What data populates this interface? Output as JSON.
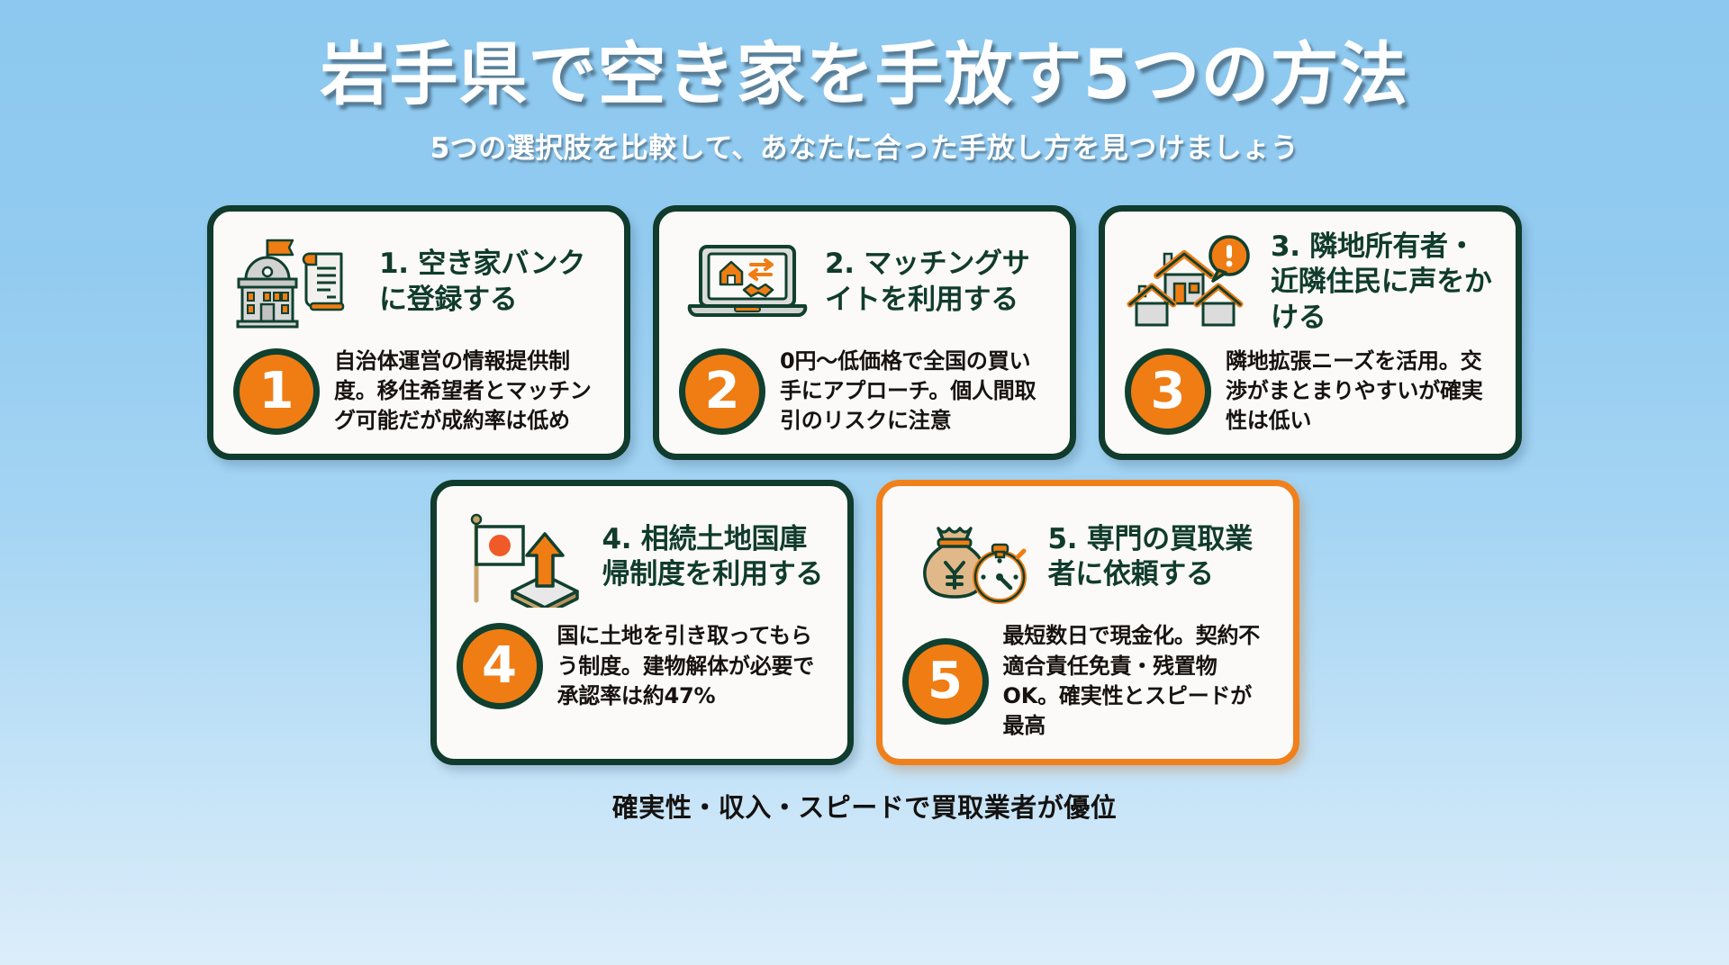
{
  "header": {
    "title": "岩手県で空き家を手放す5つの方法",
    "subtitle": "5つの選択肢を比較して、あなたに合った手放し方を見つけましょう"
  },
  "colors": {
    "dark_green": "#103b2d",
    "orange": "#ef7d14",
    "highlight_border": "#f0801c",
    "card_bg": "#fbfaf8",
    "body_text": "#17120f",
    "background_top": "#8cc8ef",
    "background_bottom": "#dcedfa"
  },
  "cards": [
    {
      "number": "1",
      "title": "1. 空き家バンクに登録する",
      "body": "自治体運営の情報提供制度。移住希望者とマッチング可能だが成約率は低め",
      "icon": "government-building-and-scroll-icon",
      "highlighted": false
    },
    {
      "number": "2",
      "title": "2. マッチングサイトを利用する",
      "body": "0円〜低価格で全国の買い手にアプローチ。個人間取引のリスクに注意",
      "icon": "laptop-matching-handshake-icon",
      "highlighted": false
    },
    {
      "number": "3",
      "title": "3. 隣地所有者・近隣住民に声をかける",
      "body": "隣地拡張ニーズを活用。交渉がまとまりやすいが確実性は低い",
      "icon": "neighbor-houses-alert-icon",
      "highlighted": false
    },
    {
      "number": "4",
      "title": "4. 相続土地国庫帰制度を利用する",
      "body": "国に土地を引き取ってもらう制度。建物解体が必要で承認率は約47%",
      "icon": "japan-flag-land-transfer-icon",
      "highlighted": false
    },
    {
      "number": "5",
      "title": "5. 専門の買取業者に依頼する",
      "body": "最短数日で現金化。契約不適合責任免責・残置物OK。確実性とスピードが最高",
      "icon": "money-bag-stopwatch-icon",
      "highlighted": true
    }
  ],
  "footer": {
    "text": "確実性・収入・スピードで買取業者が優位"
  }
}
